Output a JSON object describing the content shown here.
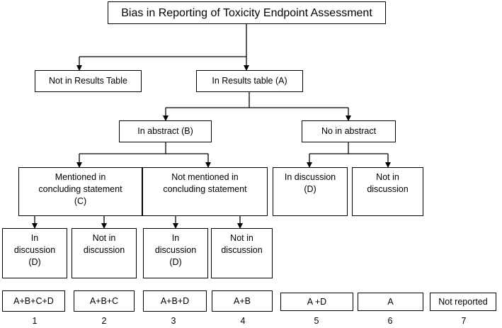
{
  "diagram": {
    "title": "Bias in Reporting of Toxicity Endpoint Assessment",
    "level1": {
      "not_in_results": "Not in Results Table",
      "in_results": "In Results table (A)"
    },
    "level2": {
      "in_abstract": "In abstract (B)",
      "not_in_abstract": "No in abstract"
    },
    "level3": {
      "mentioned": "Mentioned in\nconcluding statement\n(C)",
      "not_mentioned": "Not mentioned in\nconcluding statement",
      "in_discussion": "In discussion\n(D)",
      "not_in_discussion": "Not in\ndiscussion"
    },
    "level4": {
      "c_in_discussion": "In\ndiscussion\n(D)",
      "c_not_in_discussion": "Not in\ndiscussion",
      "nc_in_discussion": "In\ndiscussion\n(D)",
      "nc_not_in_discussion": "Not in\ndiscussion"
    },
    "outcomes": [
      "A+B+C+D",
      "A+B+C",
      "A+B+D",
      "A+B",
      "A +D",
      "A",
      "Not reported"
    ],
    "numbers": [
      "1",
      "2",
      "3",
      "4",
      "5",
      "6",
      "7"
    ]
  }
}
